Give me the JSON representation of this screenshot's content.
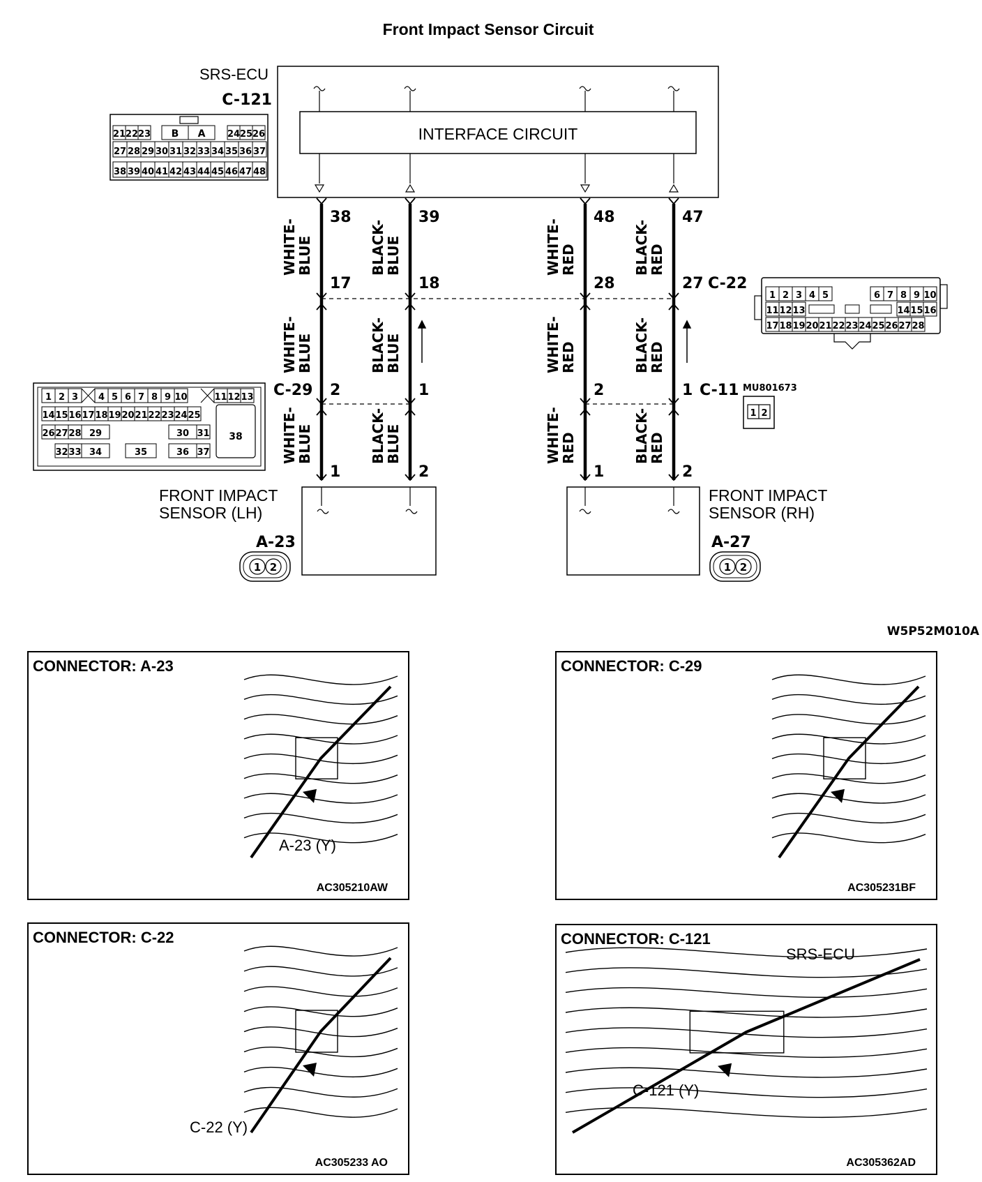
{
  "title": "Front Impact Sensor Circuit",
  "doc_code": "W5P52M010A",
  "ecu": {
    "name": "SRS-ECU",
    "connector": "C-121",
    "interface_label": "INTERFACE CIRCUIT",
    "pins": [
      "38",
      "39",
      "48",
      "47"
    ],
    "pin_grid": {
      "row1": [
        "21",
        "22",
        "23",
        "B",
        "A",
        "24",
        "25",
        "26"
      ],
      "row2": [
        "27",
        "28",
        "29",
        "30",
        "31",
        "32",
        "33",
        "34",
        "35",
        "36",
        "37"
      ],
      "row3": [
        "38",
        "39",
        "40",
        "41",
        "42",
        "43",
        "44",
        "45",
        "46",
        "47",
        "48"
      ]
    }
  },
  "c22": {
    "label": "C-22",
    "pins": [
      "17",
      "18",
      "28",
      "27"
    ],
    "grid": {
      "row1": [
        "1",
        "2",
        "3",
        "4",
        "5",
        "6",
        "7",
        "8",
        "9",
        "10"
      ],
      "row2": [
        "11",
        "12",
        "13",
        "14",
        "15",
        "16"
      ],
      "row3": [
        "17",
        "18",
        "19",
        "20",
        "21",
        "22",
        "23",
        "24",
        "25",
        "26",
        "27",
        "28"
      ]
    }
  },
  "c29": {
    "label": "C-29",
    "pins": [
      "2",
      "1"
    ],
    "grid": {
      "row1": [
        "1",
        "2",
        "3",
        "4",
        "5",
        "6",
        "7",
        "8",
        "9",
        "10",
        "11",
        "12",
        "13"
      ],
      "row2": [
        "14",
        "15",
        "16",
        "17",
        "18",
        "19",
        "20",
        "21",
        "22",
        "23",
        "24",
        "25"
      ],
      "row3": [
        "26",
        "27",
        "28",
        "29",
        "30",
        "31"
      ],
      "row4": [
        "32",
        "33",
        "34",
        "35",
        "36",
        "37"
      ],
      "big": "38"
    }
  },
  "c11": {
    "label": "C-11",
    "part_no": "MU801673",
    "pins": [
      "2",
      "1"
    ],
    "grid": [
      "1",
      "2"
    ]
  },
  "wires": {
    "white_blue": "WHITE-\nBLUE",
    "black_blue": "BLACK-\nBLUE",
    "white_red": "WHITE-\nRED",
    "black_red": "BLACK-\nRED"
  },
  "wire_labels": {
    "white_blue_1": "WHITE-",
    "white_blue_2": "BLUE",
    "black_blue_1": "BLACK-",
    "black_blue_2": "BLUE",
    "white_red_1": "WHITE-",
    "white_red_2": "RED",
    "black_red_1": "BLACK-",
    "black_red_2": "RED"
  },
  "sensor_lh": {
    "line1": "FRONT IMPACT",
    "line2": "SENSOR (LH)",
    "connector": "A-23",
    "pins": [
      "1",
      "2"
    ]
  },
  "sensor_rh": {
    "line1": "FRONT IMPACT",
    "line2": "SENSOR (RH)",
    "connector": "A-27",
    "pins": [
      "1",
      "2"
    ]
  },
  "photos": [
    {
      "title": "CONNECTOR: A-23",
      "callout": "A-23 (Y)",
      "code": "AC305210AW"
    },
    {
      "title": "CONNECTOR: C-29",
      "callout": "",
      "code": "AC305231BF"
    },
    {
      "title": "CONNECTOR: C-22",
      "callout": "C-22 (Y)",
      "code": "AC305233 AO"
    },
    {
      "title": "CONNECTOR: C-121",
      "callout": "C-121 (Y)",
      "callout2": "SRS-ECU",
      "code": "AC305362AD"
    }
  ]
}
